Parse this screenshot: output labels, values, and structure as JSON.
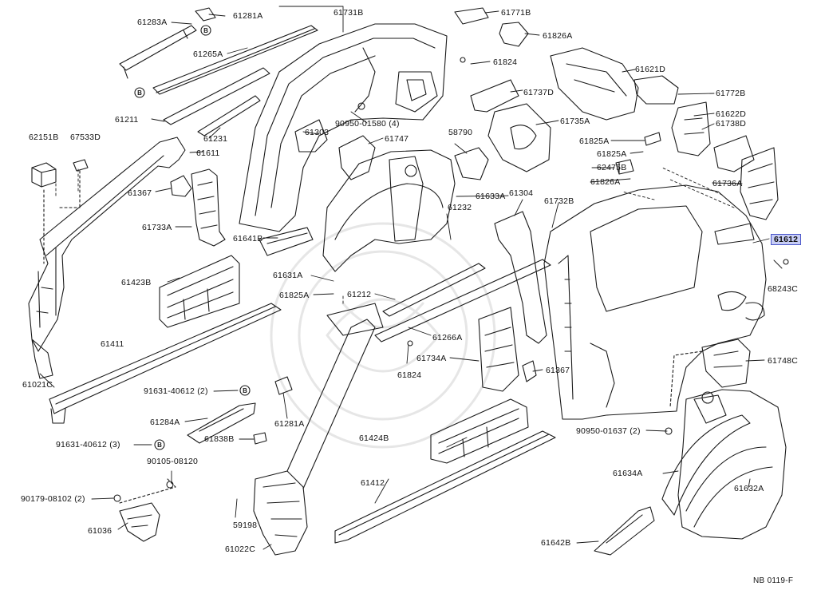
{
  "diagram": {
    "highlight_color": "#c7cdf6",
    "highlight_border": "#4a56c9",
    "footer_code": "NB 0119-F",
    "bolt_marker": "B",
    "labels": [
      "61283A",
      "61281A",
      "61731B",
      "61771B",
      "61826A",
      "61265A",
      "61824",
      "61621D",
      "61737D",
      "61772B",
      "61211",
      "90950-01580 (4)",
      "61622D",
      "61738D",
      "61735A",
      "61231",
      "61303",
      "61747",
      "62151B",
      "67533D",
      "61611",
      "58790",
      "61825A",
      "61825A",
      "62475B",
      "61826A",
      "61367",
      "61736A",
      "61633A",
      "61304",
      "61732B",
      "61733A",
      "61232",
      "61641B",
      "61612",
      "61631A",
      "61423B",
      "61825A",
      "61212",
      "68243C",
      "61266A",
      "61411",
      "61734A",
      "61367",
      "61748C",
      "61824",
      "91631-40612 (2)",
      "61281A",
      "61284A",
      "61424B",
      "90950-01637 (2)",
      "91631-40612 (3)",
      "61838B",
      "90105-08120",
      "61634A",
      "61412",
      "61632A",
      "90179-08102 (2)",
      "61036",
      "59198",
      "61022C",
      "61642B",
      "61021C"
    ]
  }
}
